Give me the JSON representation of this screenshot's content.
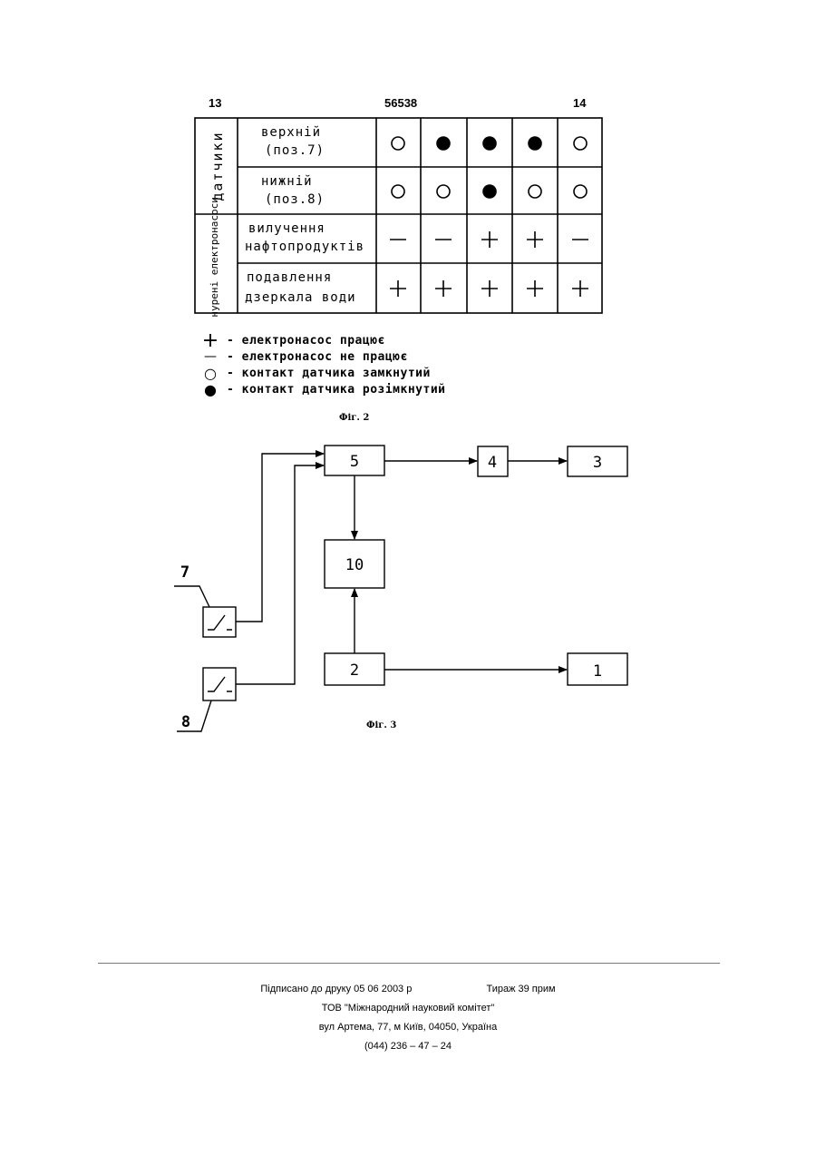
{
  "header": {
    "left": "13",
    "center": "56538",
    "right": "14"
  },
  "table": {
    "group1_label": "датчики",
    "group2_label": "занурені електронасоси",
    "rows": [
      {
        "line1": "верхній",
        "line2": "(поз.7)",
        "cells": [
          "o",
          "•",
          "•",
          "•",
          "o"
        ]
      },
      {
        "line1": "нижній",
        "line2": "(поз.8)",
        "cells": [
          "o",
          "o",
          "•",
          "o",
          "o"
        ]
      },
      {
        "line1": "вилучення",
        "line2": "нафтопродуктів",
        "cells": [
          "−",
          "−",
          "+",
          "+",
          "−"
        ]
      },
      {
        "line1": "подавлення",
        "line2": "дзеркала води",
        "cells": [
          "+",
          "+",
          "+",
          "+",
          "+"
        ]
      }
    ]
  },
  "legend": [
    {
      "symbol": "+",
      "text": "- електронасос працює"
    },
    {
      "symbol": "—",
      "text": "- електронасос не працює"
    },
    {
      "symbol": "○",
      "text": "- контакт датчика замкнутий"
    },
    {
      "symbol": "●",
      "text": "- контакт датчика розімкнутий"
    }
  ],
  "fig2_caption": "Фіг. 2",
  "fig3_caption": "Фіг. 3",
  "diagram": {
    "blocks": [
      "5",
      "4",
      "3",
      "10",
      "2",
      "1"
    ],
    "sensor_labels": [
      "7",
      "8"
    ]
  },
  "footer": {
    "signed": "Підписано до друку 05 06 2003 р",
    "run": "Тираж 39 прим",
    "org": "ТОВ \"Міжнародний науковий комітет\"",
    "address": "вул Артема, 77, м Київ, 04050, Україна",
    "phone": "(044) 236 – 47 – 24"
  }
}
